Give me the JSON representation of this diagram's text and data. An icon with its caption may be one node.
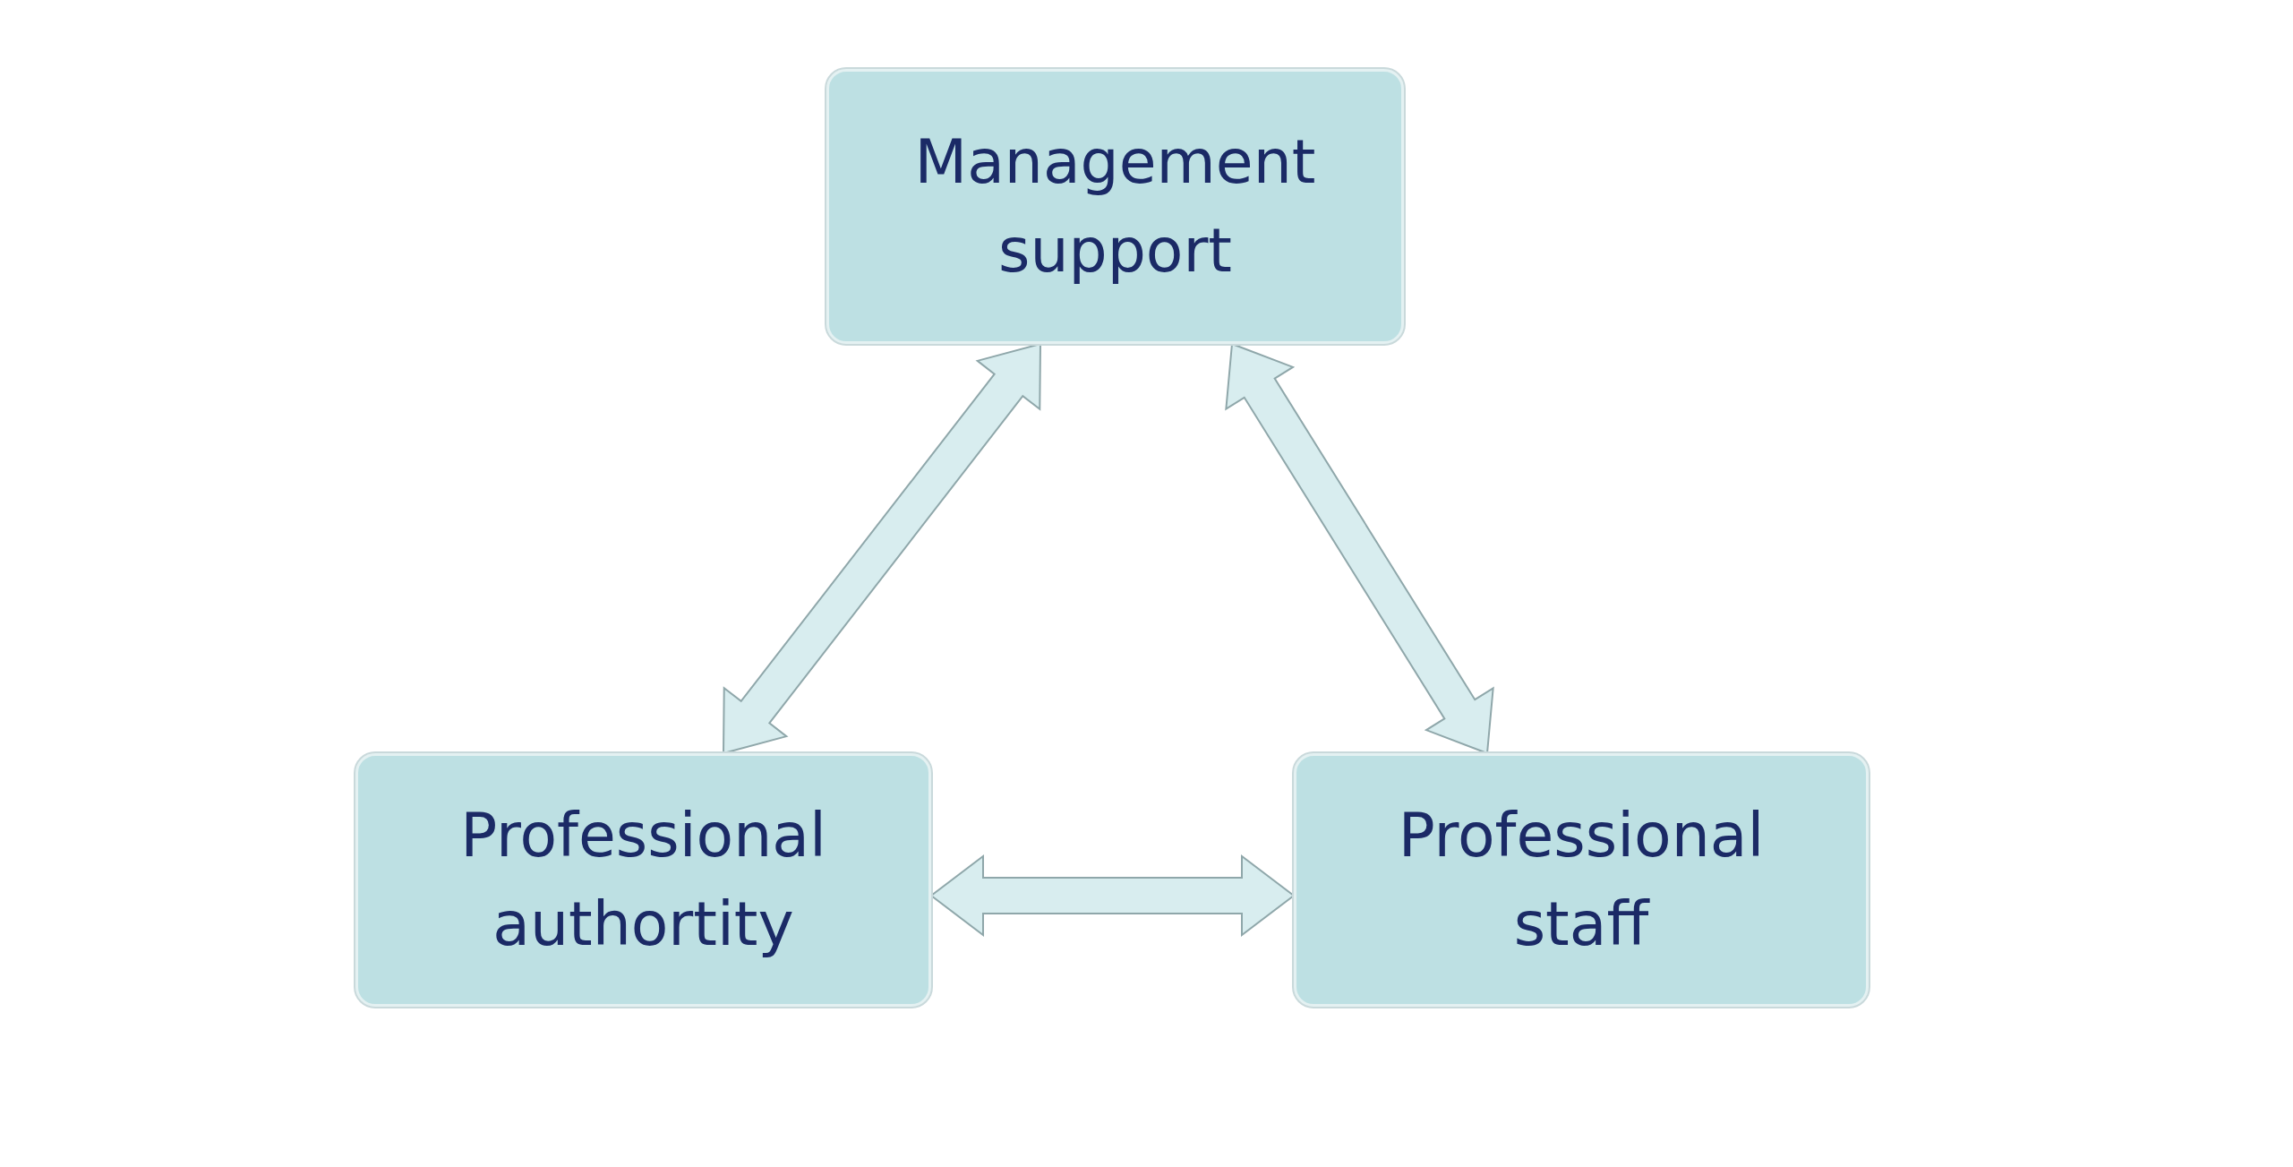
{
  "diagram": {
    "nodes": [
      {
        "text": [
          "Management support"
        ]
      },
      {
        "text": [
          "Professional authortity"
        ]
      },
      {
        "text": [
          "Professional staff"
        ]
      }
    ],
    "edges": [
      {
        "from": 1,
        "to": 0,
        "arrow": "both"
      },
      {
        "from": 0,
        "to": 2,
        "arrow": "both"
      },
      {
        "from": 1,
        "to": 2,
        "arrow": "both"
      }
    ]
  }
}
